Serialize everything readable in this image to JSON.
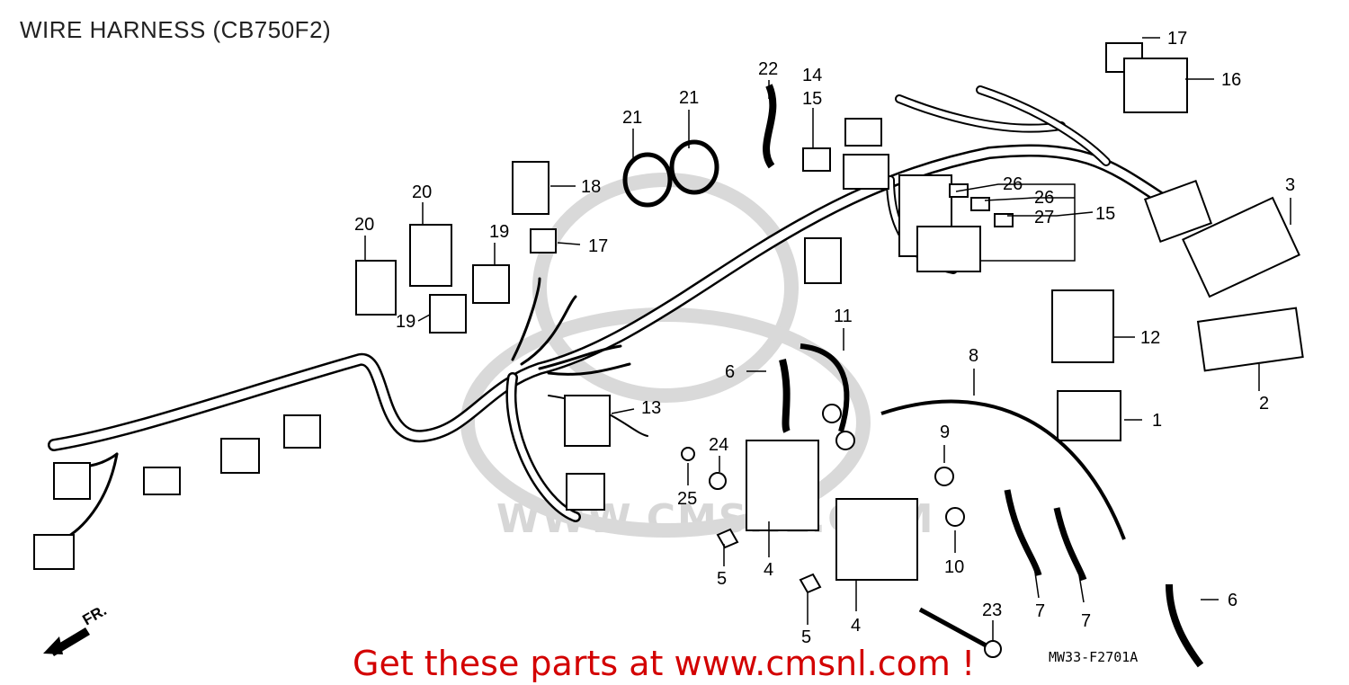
{
  "title": "WIRE HARNESS (CB750F2)",
  "promo_text": "Get these parts at www.cmsnl.com !",
  "diagram_code": "MW33-F2701A",
  "watermark": "WWW.CMSNL.COM",
  "direction_label": "FR.",
  "callouts": [
    "1",
    "2",
    "3",
    "4",
    "4",
    "5",
    "5",
    "6",
    "6",
    "7",
    "7",
    "8",
    "9",
    "10",
    "11",
    "12",
    "13",
    "14",
    "15",
    "15",
    "16",
    "17",
    "17",
    "18",
    "19",
    "19",
    "20",
    "20",
    "21",
    "21",
    "22",
    "23",
    "24",
    "25",
    "26",
    "26",
    "27"
  ]
}
